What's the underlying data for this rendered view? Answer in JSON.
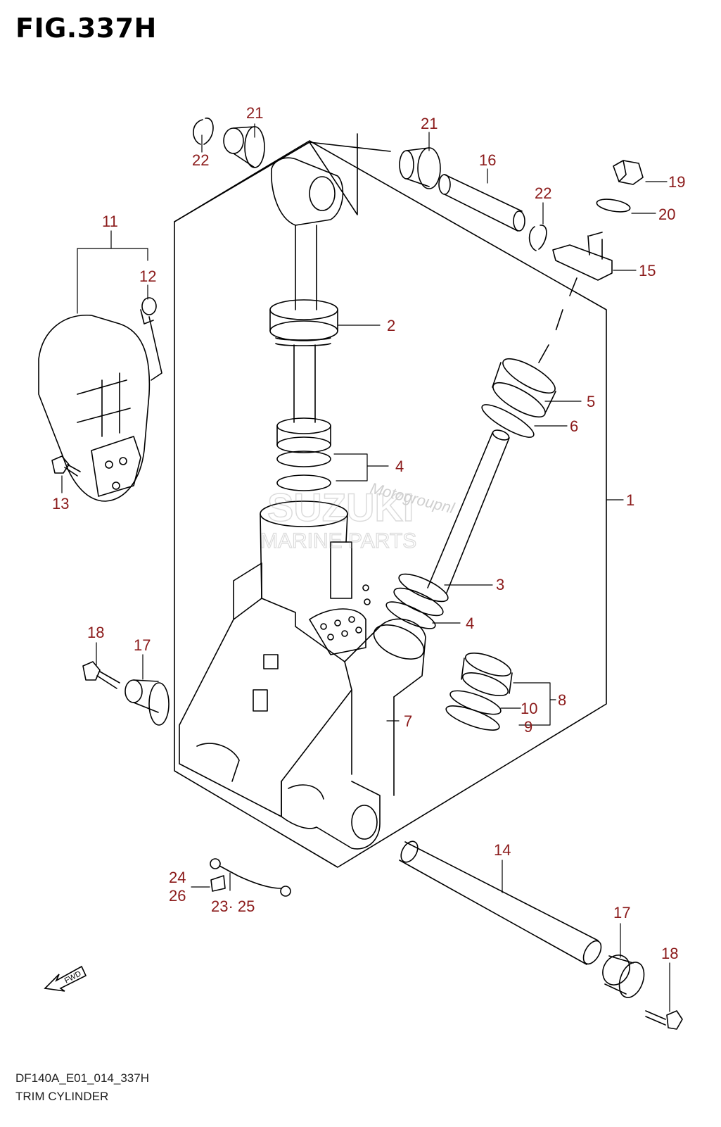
{
  "figure": {
    "title": "FIG.337H",
    "code": "DF140A_E01_014_337H",
    "name": "TRIM CYLINDER",
    "fwd_label": "FWD",
    "callout_color": "#8b1a1a"
  },
  "watermark": {
    "brand": "SUZUKI",
    "sub": "MARINE PARTS",
    "script": "Motogroupnl"
  },
  "callouts": [
    {
      "id": "c21a",
      "text": "21"
    },
    {
      "id": "c22a",
      "text": "22"
    },
    {
      "id": "c21b",
      "text": "21"
    },
    {
      "id": "c16",
      "text": "16"
    },
    {
      "id": "c22b",
      "text": "22"
    },
    {
      "id": "c19",
      "text": "19"
    },
    {
      "id": "c20",
      "text": "20"
    },
    {
      "id": "c15",
      "text": "15"
    },
    {
      "id": "c11",
      "text": "11"
    },
    {
      "id": "c12",
      "text": "12"
    },
    {
      "id": "c13",
      "text": "13"
    },
    {
      "id": "c2",
      "text": "2"
    },
    {
      "id": "c4a",
      "text": "4"
    },
    {
      "id": "c5",
      "text": "5"
    },
    {
      "id": "c6",
      "text": "6"
    },
    {
      "id": "c1",
      "text": "1"
    },
    {
      "id": "c3",
      "text": "3"
    },
    {
      "id": "c4b",
      "text": "4"
    },
    {
      "id": "c18a",
      "text": "18"
    },
    {
      "id": "c17a",
      "text": "17"
    },
    {
      "id": "c8",
      "text": "8"
    },
    {
      "id": "c10",
      "text": "10"
    },
    {
      "id": "c9",
      "text": "9"
    },
    {
      "id": "c7",
      "text": "7"
    },
    {
      "id": "c14",
      "text": "14"
    },
    {
      "id": "c24",
      "text": "24"
    },
    {
      "id": "c26",
      "text": "26"
    },
    {
      "id": "c2325",
      "text": "23· 25"
    },
    {
      "id": "c17b",
      "text": "17"
    },
    {
      "id": "c18b",
      "text": "18"
    }
  ]
}
